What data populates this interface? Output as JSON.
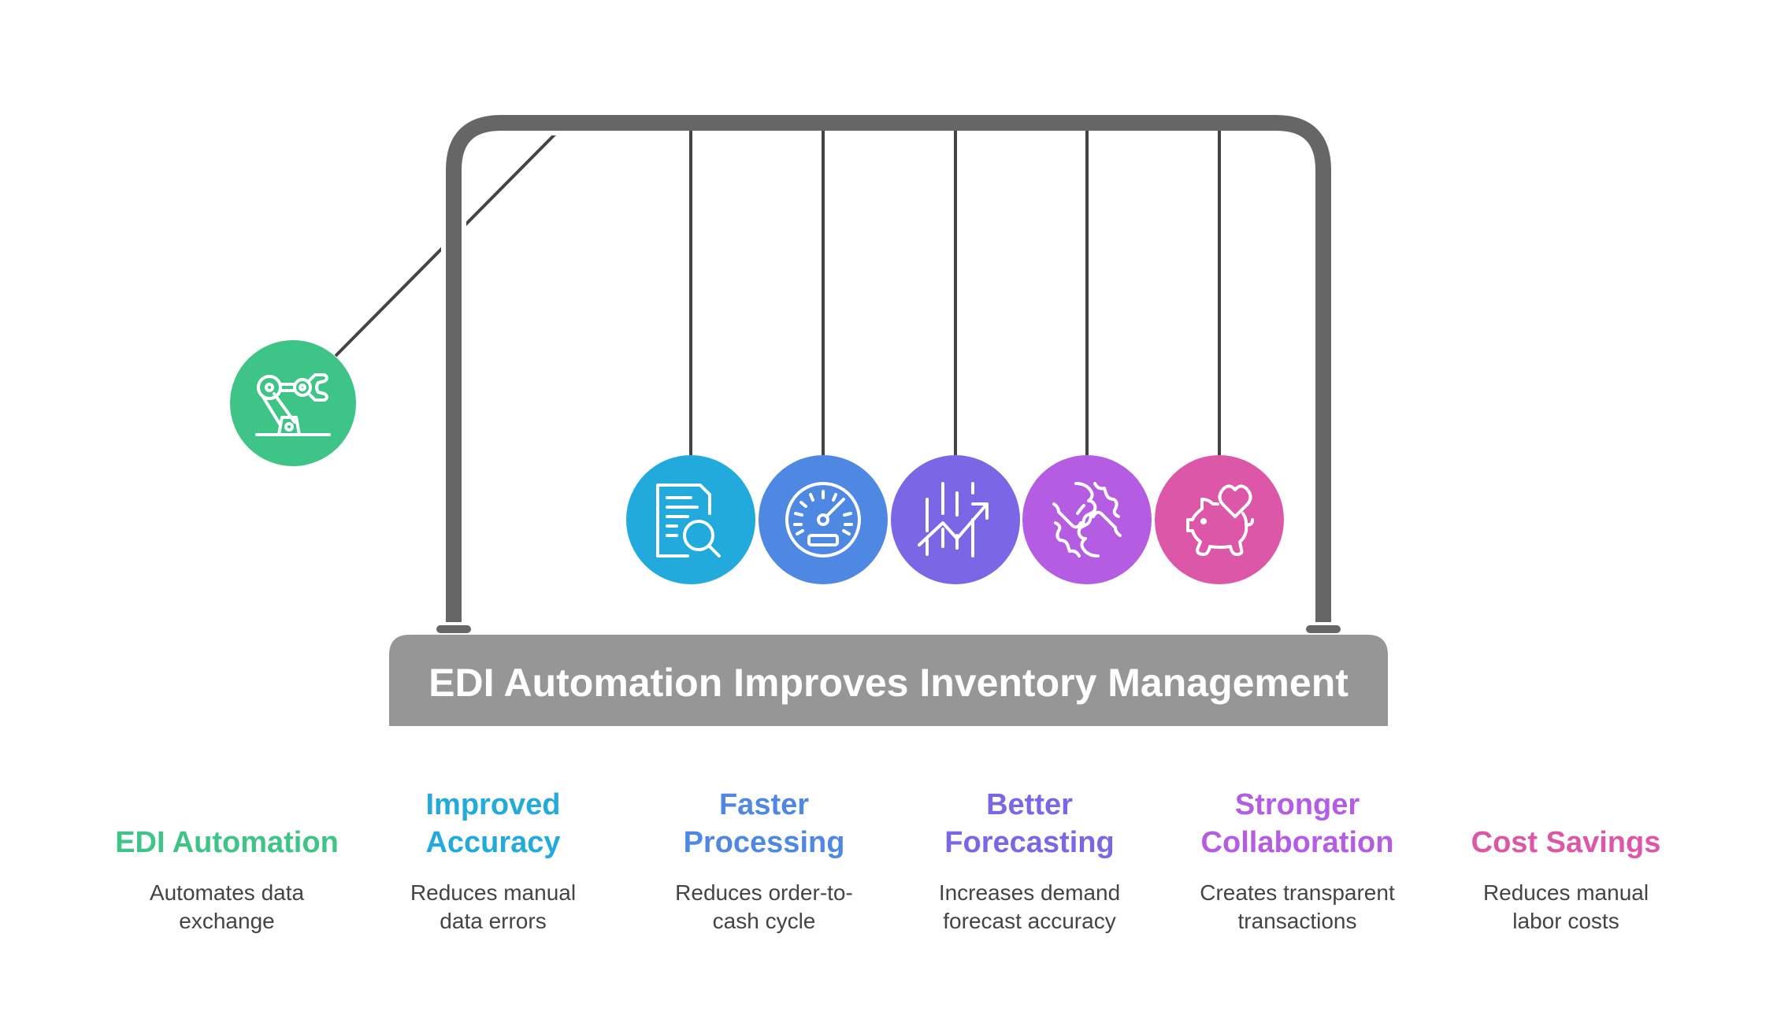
{
  "title": "EDI Automation Improves Inventory Management",
  "colors": {
    "frame": "#666666",
    "string": "#444444",
    "base": "#969696",
    "title_text": "#ffffff",
    "description_text": "#444444"
  },
  "items": [
    {
      "heading": [
        "",
        "EDI Automation"
      ],
      "description": [
        "Automates data",
        "exchange"
      ],
      "color": "#3EC487",
      "icon": "robotic-arm-icon",
      "state": "raised"
    },
    {
      "heading": [
        "Improved",
        "Accuracy"
      ],
      "description": [
        "Reduces manual",
        "data errors"
      ],
      "color": "#21AADB",
      "icon": "document-search-icon",
      "state": "hanging"
    },
    {
      "heading": [
        "Faster",
        "Processing"
      ],
      "description": [
        "Reduces order-to-",
        "cash cycle"
      ],
      "color": "#4F88E3",
      "icon": "speedometer-icon",
      "state": "hanging"
    },
    {
      "heading": [
        "Better",
        "Forecasting"
      ],
      "description": [
        "Increases demand",
        "forecast accuracy"
      ],
      "color": "#7B66E6",
      "icon": "trend-chart-icon",
      "state": "hanging"
    },
    {
      "heading": [
        "Stronger",
        "Collaboration"
      ],
      "description": [
        "Creates transparent",
        "transactions"
      ],
      "color": "#B45CE2",
      "icon": "fist-bump-icon",
      "state": "hanging"
    },
    {
      "heading": [
        "",
        "Cost Savings"
      ],
      "description": [
        "Reduces manual",
        "labor costs"
      ],
      "color": "#DD57A8",
      "icon": "piggy-bank-heart-icon",
      "state": "hanging"
    }
  ]
}
